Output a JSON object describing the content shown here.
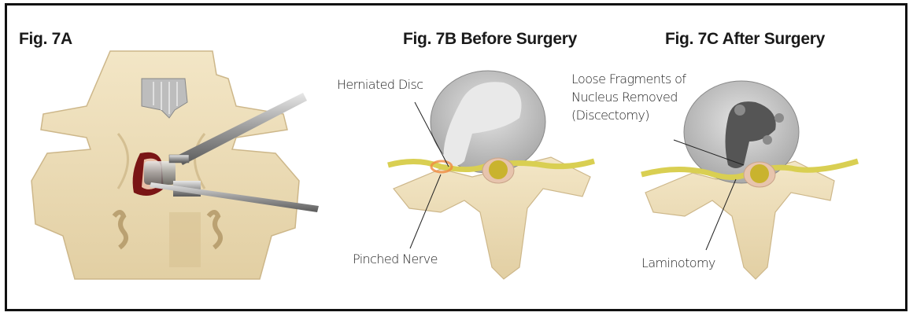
{
  "figures": {
    "fig7a": {
      "title": "Fig. 7A"
    },
    "fig7b": {
      "title": "Fig. 7B  Before Surgery",
      "labels": {
        "herniated_disc": "Herniated Disc",
        "pinched_nerve": "Pinched Nerve"
      }
    },
    "fig7c": {
      "title": "Fig. 7C  After Surgery",
      "labels": {
        "loose_fragments_line1": "Loose Fragments of",
        "loose_fragments_line2": "Nucleus Removed",
        "loose_fragments_line3": "(Discectomy)",
        "laminotomy": "Laminotomy"
      }
    }
  },
  "colors": {
    "bone": "#ecdcb8",
    "bone_shadow": "#cdb78a",
    "disc": "#c9c9c9",
    "nerve": "#d9cf52",
    "wound": "#7a1515",
    "nucleus_removed": "#555555"
  }
}
